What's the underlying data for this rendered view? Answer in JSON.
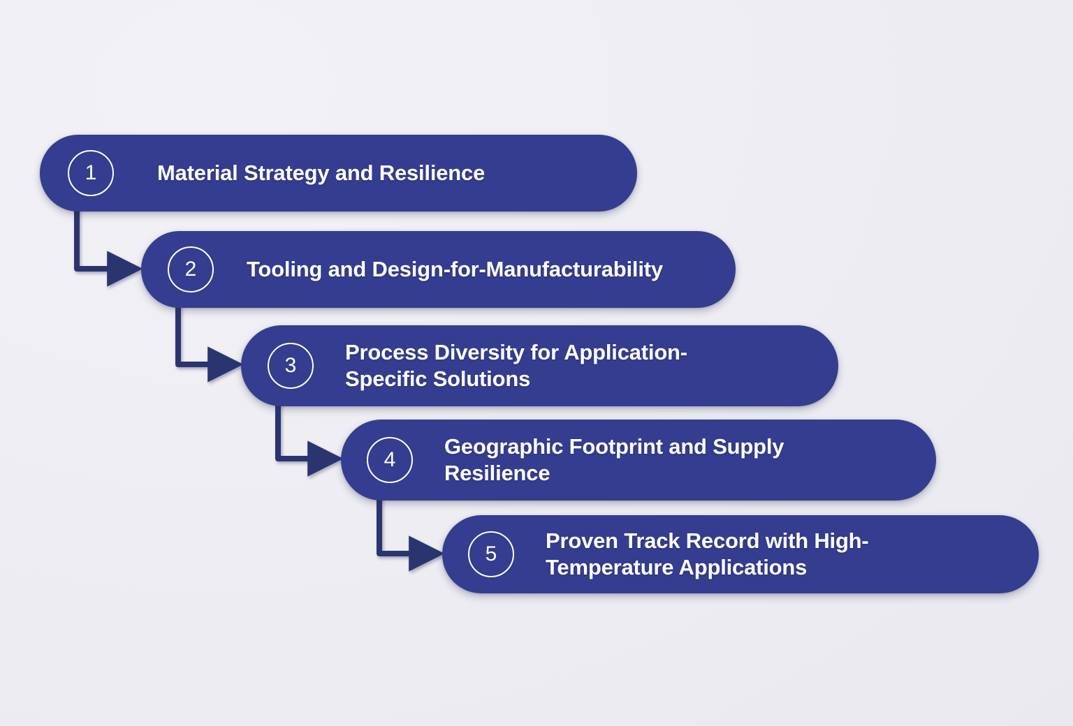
{
  "diagram": {
    "type": "numbered-step-flow",
    "orientation": "descending-staircase",
    "background_color": "#eeeef3",
    "accent_color": "#343d8f",
    "connector_color": "#2b3470",
    "text_color": "#ffffff",
    "steps": [
      {
        "number": "1",
        "label": "Material Strategy and Resilience",
        "lines": [
          "Material Strategy and Resilience"
        ]
      },
      {
        "number": "2",
        "label": "Tooling and Design-for-Manufacturability",
        "lines": [
          "Tooling and Design-for-Manufacturability"
        ]
      },
      {
        "number": "3",
        "label": "Process Diversity for Application-\nSpecific Solutions",
        "lines": [
          "Process Diversity for Application-",
          "Specific Solutions"
        ]
      },
      {
        "number": "4",
        "label": "Geographic Footprint and Supply\nResilience",
        "lines": [
          "Geographic Footprint and Supply",
          "Resilience"
        ]
      },
      {
        "number": "5",
        "label": "Proven Track Record with High-\nTemperature Applications",
        "lines": [
          "Proven Track Record with High-",
          "Temperature Applications"
        ]
      }
    ],
    "connectors": [
      {
        "from": "1",
        "to": "2"
      },
      {
        "from": "2",
        "to": "3"
      },
      {
        "from": "3",
        "to": "4"
      },
      {
        "from": "4",
        "to": "5"
      }
    ]
  }
}
